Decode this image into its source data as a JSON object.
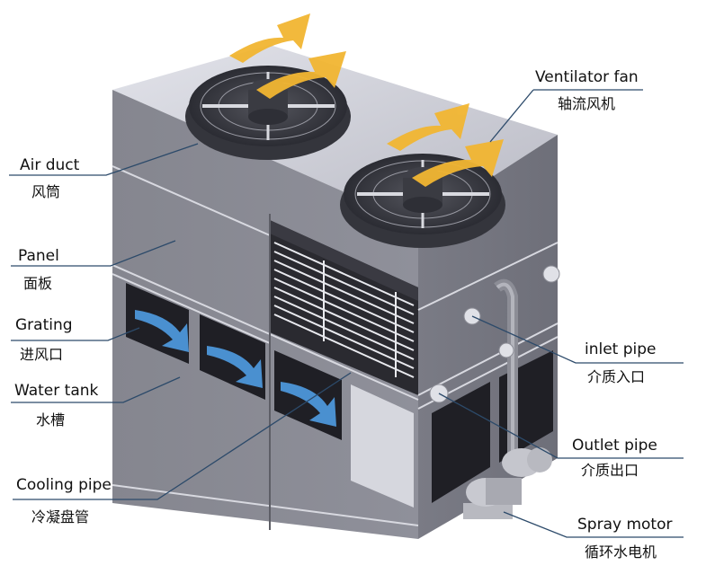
{
  "title": "Closed cooling tower component diagram",
  "colors": {
    "body": "#7b7c86",
    "body_light": "#9a9ba4",
    "top": "#cfd0d8",
    "dark": "#2a2a30",
    "arrow_yellow": "#f2b632",
    "arrow_blue": "#4a90d0",
    "leader_line": "#2c4a6a"
  },
  "labels": [
    {
      "id": "ventilator-fan",
      "en": "Ventilator fan",
      "zh": "轴流风机",
      "side": "right"
    },
    {
      "id": "air-duct",
      "en": "Air duct",
      "zh": "风筒",
      "side": "left"
    },
    {
      "id": "panel",
      "en": "Panel",
      "zh": "面板",
      "side": "left"
    },
    {
      "id": "grating",
      "en": "Grating",
      "zh": "进风口",
      "side": "left"
    },
    {
      "id": "water-tank",
      "en": "Water tank",
      "zh": "水槽",
      "side": "left"
    },
    {
      "id": "cooling-pipe",
      "en": "Cooling pipe",
      "zh": "冷凝盘管",
      "side": "left"
    },
    {
      "id": "inlet-pipe",
      "en": "inlet pipe",
      "zh": "介质入口",
      "side": "right"
    },
    {
      "id": "outlet-pipe",
      "en": "Outlet pipe",
      "zh": "介质出口",
      "side": "right"
    },
    {
      "id": "spray-motor",
      "en": "Spray motor",
      "zh": "循环水电机",
      "side": "right"
    }
  ]
}
